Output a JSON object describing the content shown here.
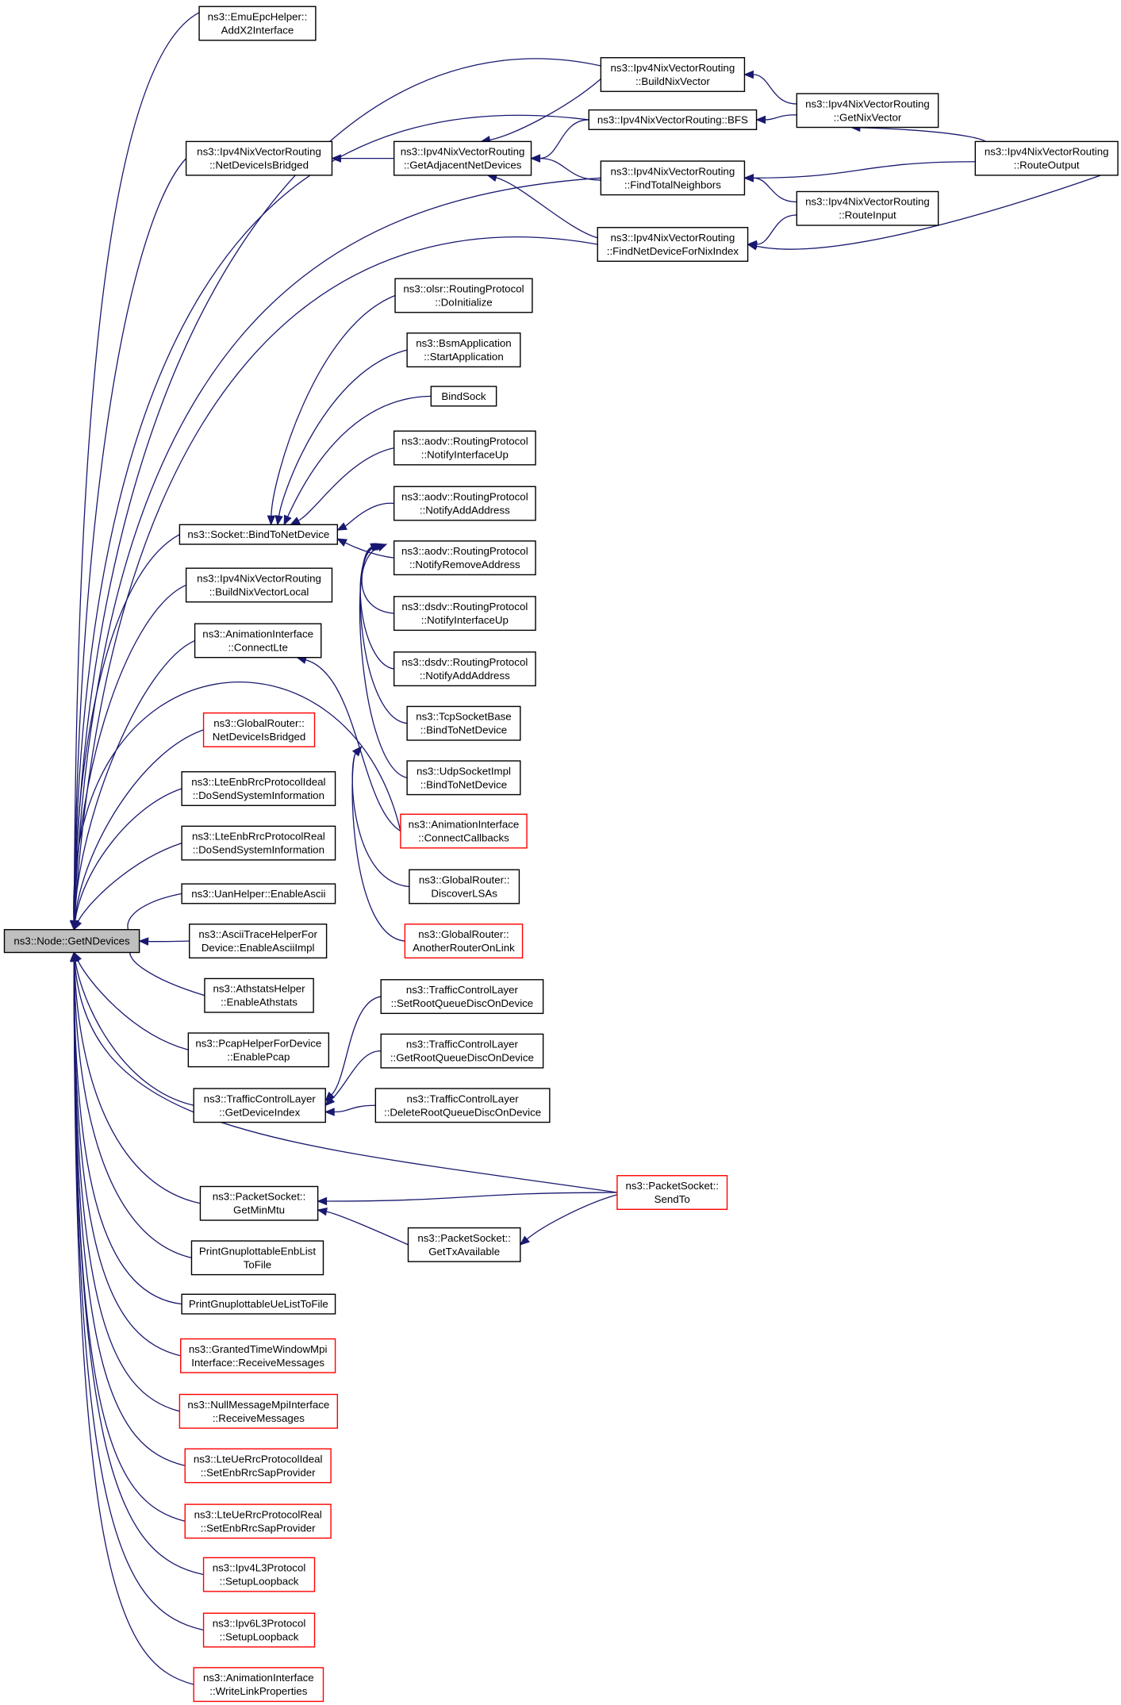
{
  "colors": {
    "edge": "#191970",
    "normal_border": "#000000",
    "truncated_border": "#ff0000",
    "root_fill": "#bfbfbf",
    "node_fill": "#ffffff",
    "text": "#000000"
  },
  "nodes": [
    {
      "id": "root",
      "lines": [
        "ns3::Node::GetNDevices"
      ],
      "style": "root"
    },
    {
      "id": "emu_addx2",
      "lines": [
        "ns3::EmuEpcHelper::",
        "AddX2Interface"
      ],
      "style": "normal"
    },
    {
      "id": "nix_build_nixvector",
      "lines": [
        "ns3::Ipv4NixVectorRouting",
        "::BuildNixVector"
      ],
      "style": "normal"
    },
    {
      "id": "nix_get_nixvector",
      "lines": [
        "ns3::Ipv4NixVectorRouting",
        "::GetNixVector"
      ],
      "style": "normal"
    },
    {
      "id": "nix_bfs",
      "lines": [
        "ns3::Ipv4NixVectorRouting::BFS"
      ],
      "style": "normal"
    },
    {
      "id": "nix_netdevice_bridged",
      "lines": [
        "ns3::Ipv4NixVectorRouting",
        "::NetDeviceIsBridged"
      ],
      "style": "normal"
    },
    {
      "id": "nix_get_adjacent",
      "lines": [
        "ns3::Ipv4NixVectorRouting",
        "::GetAdjacentNetDevices"
      ],
      "style": "normal"
    },
    {
      "id": "nix_route_output",
      "lines": [
        "ns3::Ipv4NixVectorRouting",
        "::RouteOutput"
      ],
      "style": "normal"
    },
    {
      "id": "nix_find_total_neighbors",
      "lines": [
        "ns3::Ipv4NixVectorRouting",
        "::FindTotalNeighbors"
      ],
      "style": "normal"
    },
    {
      "id": "nix_route_input",
      "lines": [
        "ns3::Ipv4NixVectorRouting",
        "::RouteInput"
      ],
      "style": "normal"
    },
    {
      "id": "nix_find_netdevice_nix",
      "lines": [
        "ns3::Ipv4NixVectorRouting",
        "::FindNetDeviceForNixIndex"
      ],
      "style": "normal"
    },
    {
      "id": "olsr_doinit",
      "lines": [
        "ns3::olsr::RoutingProtocol",
        "::DoInitialize"
      ],
      "style": "normal"
    },
    {
      "id": "bsm_start",
      "lines": [
        "ns3::BsmApplication",
        "::StartApplication"
      ],
      "style": "normal"
    },
    {
      "id": "bindsock",
      "lines": [
        "BindSock"
      ],
      "style": "normal"
    },
    {
      "id": "aodv_if_up",
      "lines": [
        "ns3::aodv::RoutingProtocol",
        "::NotifyInterfaceUp"
      ],
      "style": "normal"
    },
    {
      "id": "aodv_add_addr",
      "lines": [
        "ns3::aodv::RoutingProtocol",
        "::NotifyAddAddress"
      ],
      "style": "normal"
    },
    {
      "id": "socket_bind",
      "lines": [
        "ns3::Socket::BindToNetDevice"
      ],
      "style": "normal"
    },
    {
      "id": "aodv_remove_addr",
      "lines": [
        "ns3::aodv::RoutingProtocol",
        "::NotifyRemoveAddress"
      ],
      "style": "normal"
    },
    {
      "id": "nix_build_local",
      "lines": [
        "ns3::Ipv4NixVectorRouting",
        "::BuildNixVectorLocal"
      ],
      "style": "normal"
    },
    {
      "id": "dsdv_if_up",
      "lines": [
        "ns3::dsdv::RoutingProtocol",
        "::NotifyInterfaceUp"
      ],
      "style": "normal"
    },
    {
      "id": "anim_connect_lte",
      "lines": [
        "ns3::AnimationInterface",
        "::ConnectLte"
      ],
      "style": "normal"
    },
    {
      "id": "dsdv_add_addr",
      "lines": [
        "ns3::dsdv::RoutingProtocol",
        "::NotifyAddAddress"
      ],
      "style": "normal"
    },
    {
      "id": "tcp_bind",
      "lines": [
        "ns3::TcpSocketBase",
        "::BindToNetDevice"
      ],
      "style": "normal"
    },
    {
      "id": "gr_netdevice_bridged",
      "lines": [
        "ns3::GlobalRouter::",
        "NetDeviceIsBridged"
      ],
      "style": "truncated"
    },
    {
      "id": "udp_bind",
      "lines": [
        "ns3::UdpSocketImpl",
        "::BindToNetDevice"
      ],
      "style": "normal"
    },
    {
      "id": "lte_enb_ideal",
      "lines": [
        "ns3::LteEnbRrcProtocolIdeal",
        "::DoSendSystemInformation"
      ],
      "style": "normal"
    },
    {
      "id": "anim_connect_callbacks",
      "lines": [
        "ns3::AnimationInterface",
        "::ConnectCallbacks"
      ],
      "style": "truncated"
    },
    {
      "id": "lte_enb_real",
      "lines": [
        "ns3::LteEnbRrcProtocolReal",
        "::DoSendSystemInformation"
      ],
      "style": "normal"
    },
    {
      "id": "gr_discover_lsas",
      "lines": [
        "ns3::GlobalRouter::",
        "DiscoverLSAs"
      ],
      "style": "normal"
    },
    {
      "id": "uan_enable_ascii",
      "lines": [
        "ns3::UanHelper::EnableAscii"
      ],
      "style": "normal"
    },
    {
      "id": "ascii_trace",
      "lines": [
        "ns3::AsciiTraceHelperFor",
        "Device::EnableAsciiImpl"
      ],
      "style": "normal"
    },
    {
      "id": "gr_another_router",
      "lines": [
        "ns3::GlobalRouter::",
        "AnotherRouterOnLink"
      ],
      "style": "truncated"
    },
    {
      "id": "athstats",
      "lines": [
        "ns3::AthstatsHelper",
        "::EnableAthstats"
      ],
      "style": "normal"
    },
    {
      "id": "tc_set_root",
      "lines": [
        "ns3::TrafficControlLayer",
        "::SetRootQueueDiscOnDevice"
      ],
      "style": "normal"
    },
    {
      "id": "pcap",
      "lines": [
        "ns3::PcapHelperForDevice",
        "::EnablePcap"
      ],
      "style": "normal"
    },
    {
      "id": "tc_get_root",
      "lines": [
        "ns3::TrafficControlLayer",
        "::GetRootQueueDiscOnDevice"
      ],
      "style": "normal"
    },
    {
      "id": "tc_get_device_index",
      "lines": [
        "ns3::TrafficControlLayer",
        "::GetDeviceIndex"
      ],
      "style": "normal"
    },
    {
      "id": "tc_delete_root",
      "lines": [
        "ns3::TrafficControlLayer",
        "::DeleteRootQueueDiscOnDevice"
      ],
      "style": "normal"
    },
    {
      "id": "ps_get_min_mtu",
      "lines": [
        "ns3::PacketSocket::",
        "GetMinMtu"
      ],
      "style": "normal"
    },
    {
      "id": "ps_send_to",
      "lines": [
        "ns3::PacketSocket::",
        "SendTo"
      ],
      "style": "truncated"
    },
    {
      "id": "ps_get_tx_available",
      "lines": [
        "ns3::PacketSocket::",
        "GetTxAvailable"
      ],
      "style": "normal"
    },
    {
      "id": "print_enb",
      "lines": [
        "PrintGnuplottableEnbList",
        "ToFile"
      ],
      "style": "normal"
    },
    {
      "id": "print_ue",
      "lines": [
        "PrintGnuplottableUeListToFile"
      ],
      "style": "normal"
    },
    {
      "id": "granted_mpi",
      "lines": [
        "ns3::GrantedTimeWindowMpi",
        "Interface::ReceiveMessages"
      ],
      "style": "truncated"
    },
    {
      "id": "null_mpi",
      "lines": [
        "ns3::NullMessageMpiInterface",
        "::ReceiveMessages"
      ],
      "style": "truncated"
    },
    {
      "id": "lte_ue_ideal",
      "lines": [
        "ns3::LteUeRrcProtocolIdeal",
        "::SetEnbRrcSapProvider"
      ],
      "style": "truncated"
    },
    {
      "id": "lte_ue_real",
      "lines": [
        "ns3::LteUeRrcProtocolReal",
        "::SetEnbRrcSapProvider"
      ],
      "style": "truncated"
    },
    {
      "id": "ipv4l3_loopback",
      "lines": [
        "ns3::Ipv4L3Protocol",
        "::SetupLoopback"
      ],
      "style": "truncated"
    },
    {
      "id": "ipv6l3_loopback",
      "lines": [
        "ns3::Ipv6L3Protocol",
        "::SetupLoopback"
      ],
      "style": "truncated"
    },
    {
      "id": "anim_write_link",
      "lines": [
        "ns3::AnimationInterface",
        "::WriteLinkProperties"
      ],
      "style": "truncated"
    }
  ],
  "edges": [
    {
      "from": "emu_addx2",
      "to": "root"
    },
    {
      "from": "nix_build_nixvector",
      "to": "root"
    },
    {
      "from": "nix_bfs",
      "to": "root"
    },
    {
      "from": "nix_netdevice_bridged",
      "to": "root"
    },
    {
      "from": "nix_find_total_neighbors",
      "to": "root"
    },
    {
      "from": "nix_find_netdevice_nix",
      "to": "root"
    },
    {
      "from": "socket_bind",
      "to": "root"
    },
    {
      "from": "nix_build_local",
      "to": "root"
    },
    {
      "from": "anim_connect_lte",
      "to": "root"
    },
    {
      "from": "anim_connect_callbacks",
      "to": "root"
    },
    {
      "from": "gr_netdevice_bridged",
      "to": "root"
    },
    {
      "from": "lte_enb_ideal",
      "to": "root"
    },
    {
      "from": "lte_enb_real",
      "to": "root"
    },
    {
      "from": "uan_enable_ascii",
      "to": "root"
    },
    {
      "from": "ascii_trace",
      "to": "root"
    },
    {
      "from": "athstats",
      "to": "root"
    },
    {
      "from": "pcap",
      "to": "root"
    },
    {
      "from": "tc_get_device_index",
      "to": "root"
    },
    {
      "from": "ps_send_to",
      "to": "root"
    },
    {
      "from": "ps_get_min_mtu",
      "to": "root"
    },
    {
      "from": "print_enb",
      "to": "root"
    },
    {
      "from": "print_ue",
      "to": "root"
    },
    {
      "from": "granted_mpi",
      "to": "root"
    },
    {
      "from": "null_mpi",
      "to": "root"
    },
    {
      "from": "lte_ue_ideal",
      "to": "root"
    },
    {
      "from": "lte_ue_real",
      "to": "root"
    },
    {
      "from": "ipv4l3_loopback",
      "to": "root"
    },
    {
      "from": "ipv6l3_loopback",
      "to": "root"
    },
    {
      "from": "anim_write_link",
      "to": "root"
    },
    {
      "from": "nix_get_nixvector",
      "to": "nix_build_nixvector"
    },
    {
      "from": "nix_get_nixvector",
      "to": "nix_bfs"
    },
    {
      "from": "nix_route_output",
      "to": "nix_get_nixvector"
    },
    {
      "from": "nix_get_adjacent",
      "to": "nix_netdevice_bridged"
    },
    {
      "from": "nix_build_nixvector",
      "to": "nix_get_adjacent"
    },
    {
      "from": "nix_bfs",
      "to": "nix_get_adjacent"
    },
    {
      "from": "nix_find_total_neighbors",
      "to": "nix_get_adjacent"
    },
    {
      "from": "nix_find_netdevice_nix",
      "to": "nix_get_adjacent"
    },
    {
      "from": "nix_route_output",
      "to": "nix_find_total_neighbors"
    },
    {
      "from": "nix_route_input",
      "to": "nix_find_total_neighbors"
    },
    {
      "from": "nix_route_input",
      "to": "nix_find_netdevice_nix"
    },
    {
      "from": "nix_route_output",
      "to": "nix_find_netdevice_nix"
    },
    {
      "from": "olsr_doinit",
      "to": "socket_bind"
    },
    {
      "from": "bsm_start",
      "to": "socket_bind"
    },
    {
      "from": "bindsock",
      "to": "socket_bind"
    },
    {
      "from": "aodv_if_up",
      "to": "socket_bind"
    },
    {
      "from": "aodv_add_addr",
      "to": "socket_bind"
    },
    {
      "from": "aodv_remove_addr",
      "to": "socket_bind"
    },
    {
      "from": "dsdv_if_up",
      "to": "socket_bind"
    },
    {
      "from": "dsdv_add_addr",
      "to": "socket_bind"
    },
    {
      "from": "tcp_bind",
      "to": "socket_bind"
    },
    {
      "from": "udp_bind",
      "to": "socket_bind"
    },
    {
      "from": "anim_connect_callbacks",
      "to": "anim_connect_lte"
    },
    {
      "from": "gr_discover_lsas",
      "to": "gr_netdevice_bridged"
    },
    {
      "from": "gr_another_router",
      "to": "gr_netdevice_bridged"
    },
    {
      "from": "tc_set_root",
      "to": "tc_get_device_index"
    },
    {
      "from": "tc_get_root",
      "to": "tc_get_device_index"
    },
    {
      "from": "tc_delete_root",
      "to": "tc_get_device_index"
    },
    {
      "from": "ps_send_to",
      "to": "ps_get_min_mtu"
    },
    {
      "from": "ps_get_tx_available",
      "to": "ps_get_min_mtu"
    },
    {
      "from": "ps_send_to",
      "to": "ps_get_tx_available"
    }
  ]
}
